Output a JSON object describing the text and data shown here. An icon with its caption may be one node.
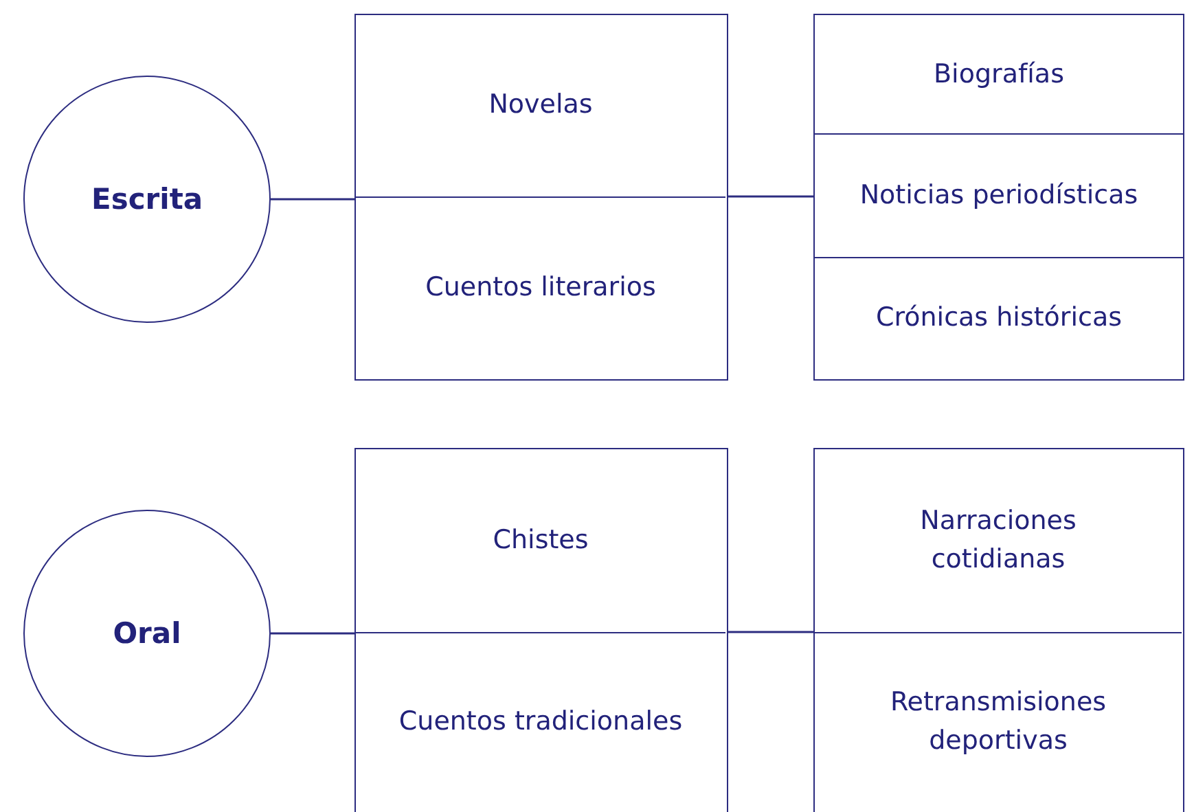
{
  "diagram": {
    "nodes": [
      {
        "text": [
          "Escrita"
        ]
      },
      {
        "text": [],
        "shape": "box"
      },
      {
        "text": [
          "Novelas"
        ],
        "in": 1
      },
      {
        "text": [
          "Cuentos literarios"
        ],
        "in": 1
      },
      {
        "text": [
          "Biografías"
        ]
      },
      {
        "text": [
          "Noticias periodísticas"
        ]
      },
      {
        "text": [
          "Crónicas históricas"
        ]
      },
      {
        "text": [
          "Oral"
        ]
      },
      {
        "text": [],
        "shape": "box"
      },
      {
        "text": [
          "Chistes"
        ],
        "in": 8
      },
      {
        "text": [
          "Cuentos tradicionales"
        ],
        "in": 8
      },
      {
        "text": [],
        "shape": "box"
      },
      {
        "text": [
          "Narraciones cotidianas"
        ],
        "in": 11
      },
      {
        "text": [
          "Retransmisiones deportivas"
        ],
        "in": 11
      }
    ],
    "edges": [
      {
        "from": 0,
        "to": 1,
        "arrow": "none"
      },
      {
        "from": 1,
        "to": 5,
        "arrow": "none"
      },
      {
        "from": 7,
        "to": 8,
        "arrow": "none"
      },
      {
        "from": 8,
        "to": 11,
        "arrow": "none"
      }
    ]
  }
}
